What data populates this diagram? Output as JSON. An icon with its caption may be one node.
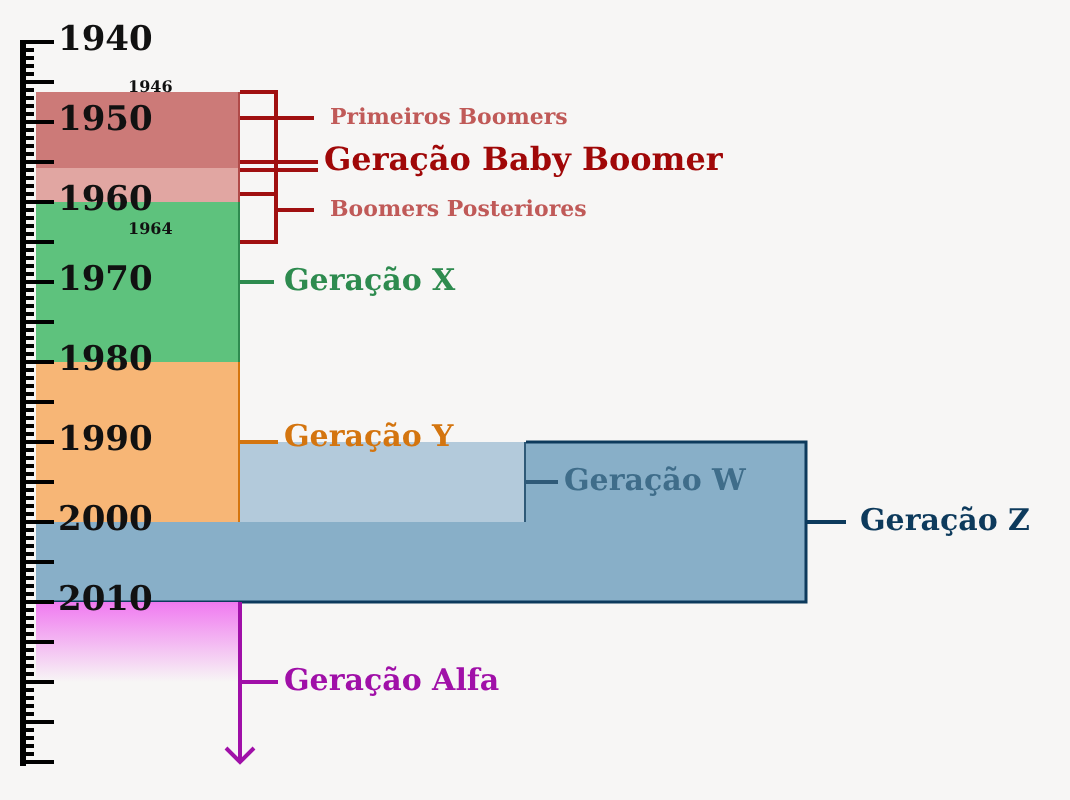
{
  "diagram": {
    "nodes": [
      {
        "text": [],
        "shape": "bar"
      },
      {
        "text": [],
        "shape": "bar"
      },
      {
        "text": [
          "Primeiros Boomers"
        ]
      },
      {
        "text": [
          "Geração Baby Boomer"
        ]
      },
      {
        "text": [
          "Boomers Posteriores"
        ]
      },
      {
        "text": [],
        "shape": "bar"
      },
      {
        "text": [
          "Geração X"
        ]
      },
      {
        "text": [],
        "shape": "bar"
      },
      {
        "text": [
          "Geração Y"
        ]
      },
      {
        "text": [],
        "shape": "bar",
        "in": 11
      },
      {
        "text": [
          "Geração W"
        ],
        "in": 11
      },
      {
        "text": [],
        "shape": "bar"
      },
      {
        "text": [
          "Geração Z"
        ]
      },
      {
        "text": [],
        "shape": "bar"
      },
      {
        "text": [
          "Geração Alfa"
        ]
      }
    ],
    "edges": [
      {
        "from": 0,
        "to": 2,
        "arrow": "none",
        "color": "#a01010"
      },
      {
        "from": 0,
        "to": 3,
        "arrow": "none",
        "color": "#a01010"
      },
      {
        "from": 1,
        "to": 3,
        "arrow": "none",
        "color": "#a01010"
      },
      {
        "from": 1,
        "to": 4,
        "arrow": "none",
        "color": "#a01010"
      },
      {
        "from": 5,
        "to": 6,
        "arrow": "none",
        "color": "#2e8b4f"
      },
      {
        "from": 7,
        "to": 8,
        "arrow": "none",
        "color": "#d4750f"
      },
      {
        "from": 9,
        "to": 10,
        "arrow": "none",
        "color": "#2f5a78"
      },
      {
        "from": 11,
        "to": 12,
        "arrow": "none",
        "color": "#0d3a5c"
      },
      {
        "from": 13,
        "to": 14,
        "arrow": "none",
        "color": "#a010a8"
      }
    ],
    "labels": [
      "1940",
      "1946",
      "1950",
      "1960",
      "1964",
      "1970",
      "1980",
      "1990",
      "2000",
      "2010"
    ]
  }
}
